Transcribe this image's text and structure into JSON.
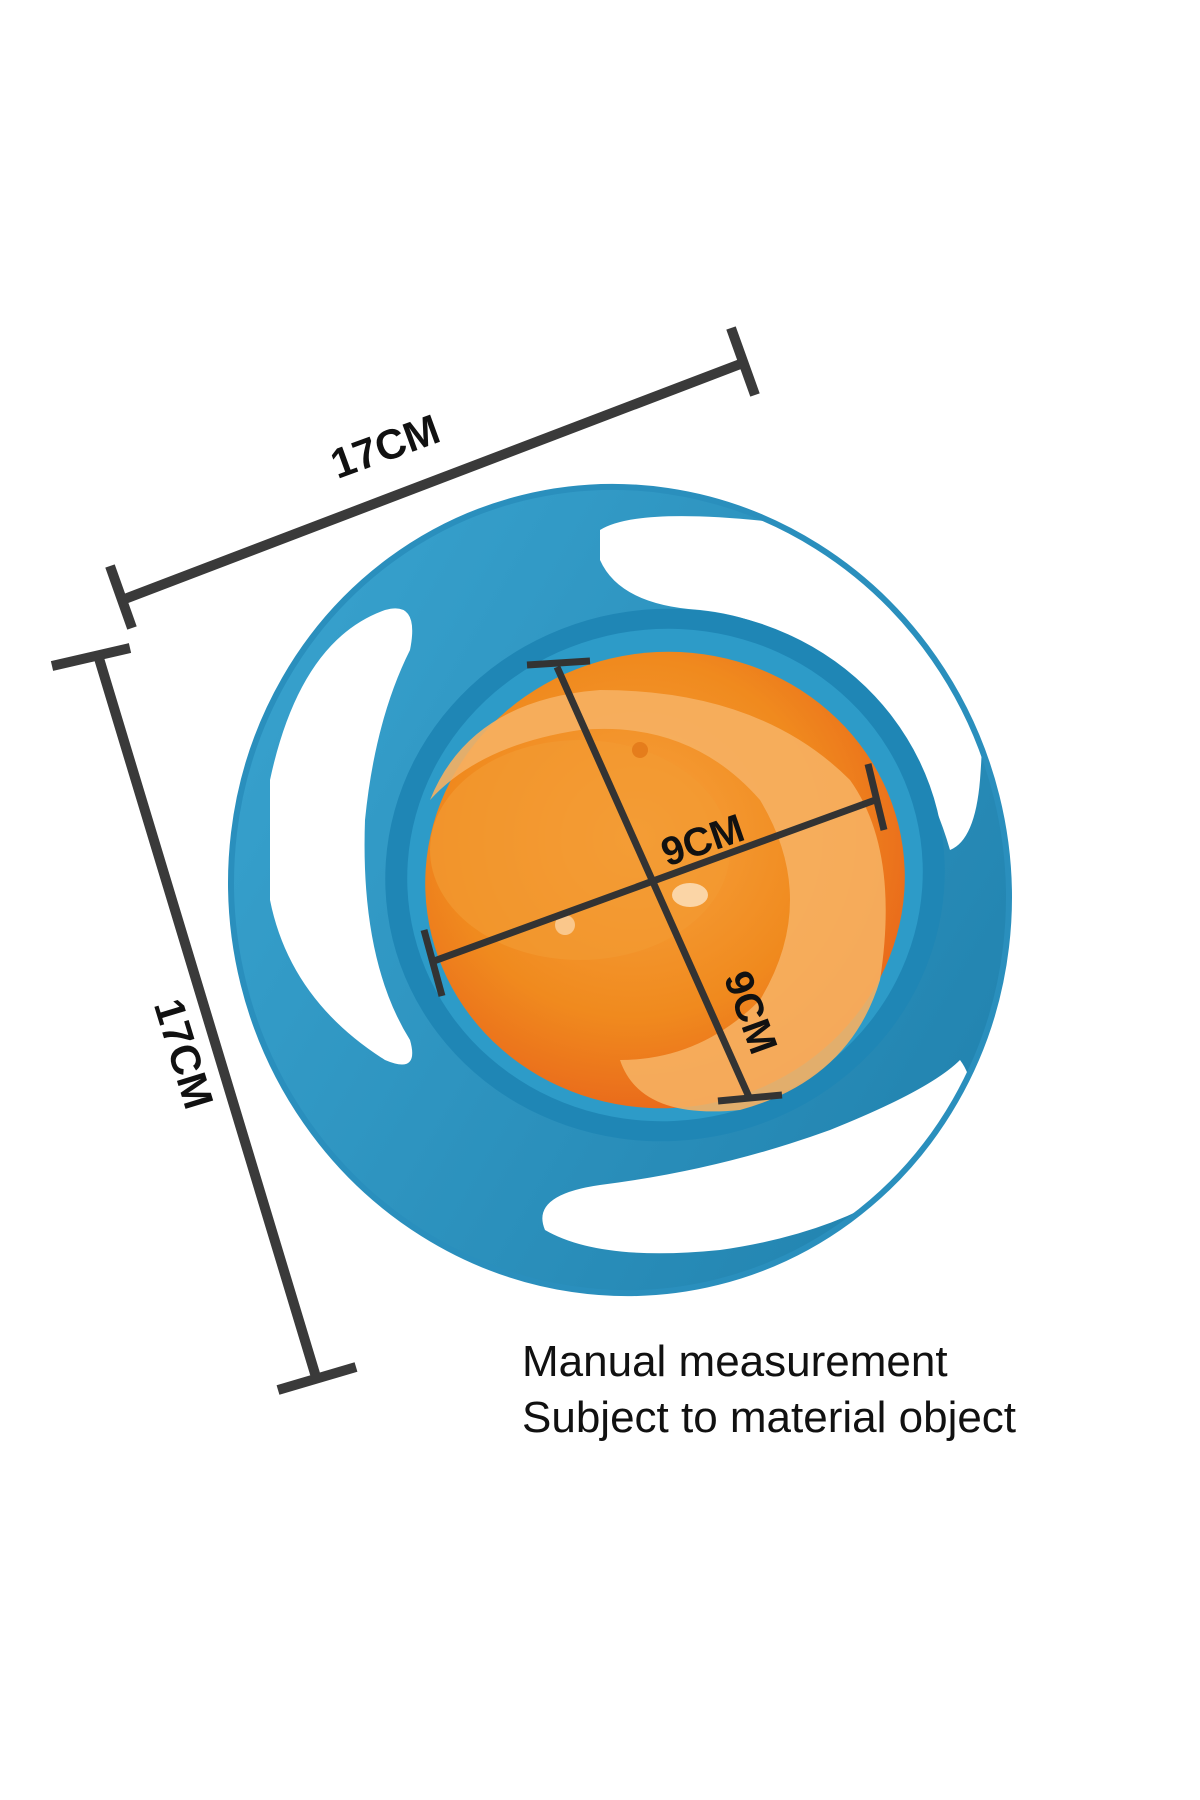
{
  "dimensions": {
    "outer_width": "17CM",
    "outer_height": "17CM",
    "inner_width": "9CM",
    "inner_height": "9CM"
  },
  "note": {
    "line1": "Manual measurement",
    "line2": "Subject to material object"
  },
  "colors": {
    "ring_blue": "#2f98c4",
    "ring_blue_dark": "#1f7fab",
    "bowl_orange": "#f0902a",
    "bowl_orange_light": "#f6b062",
    "dimension_line": "#3a3a3a"
  },
  "product": "gyro-bowl"
}
